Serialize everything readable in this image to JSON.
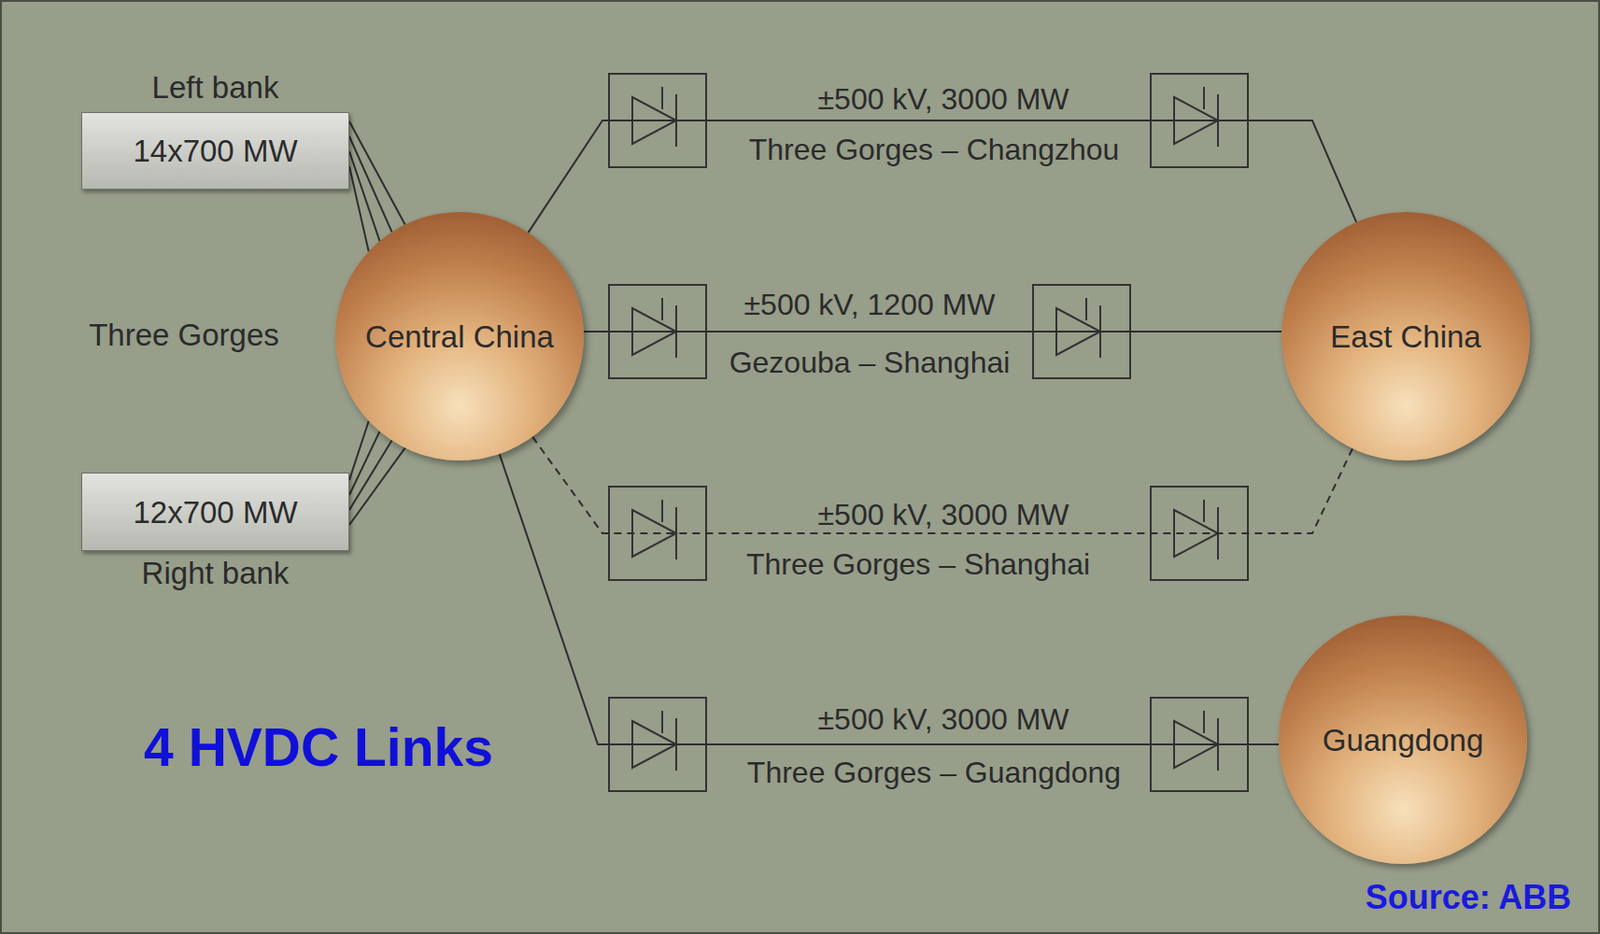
{
  "diagram": {
    "nodes": [
      {
        "text": [
          "Left bank",
          "14x700 MW"
        ]
      },
      {
        "text": [
          "12x700 MW",
          "Right bank"
        ]
      },
      {
        "text": [
          "Central China"
        ]
      },
      {
        "text": [
          "East China"
        ]
      },
      {
        "text": [
          "Guangdong"
        ]
      }
    ],
    "edges": [
      {
        "from": 0,
        "to": 2,
        "arrow": "none"
      },
      {
        "from": 1,
        "to": 2,
        "arrow": "none"
      },
      {
        "from": 2,
        "to": 3,
        "label": "±500 kV, 3000 MW",
        "arrow": "none"
      },
      {
        "from": 2,
        "to": 3,
        "label": "±500 kV, 1200 MW",
        "arrow": "none"
      },
      {
        "from": 2,
        "to": 3,
        "label": "±500 kV, 3000 MW",
        "arrow": "none"
      },
      {
        "from": 2,
        "to": 4,
        "label": "±500 kV, 3000 MW",
        "arrow": "none"
      }
    ],
    "labels": [
      "Three Gorges",
      "Three Gorges – Changzhou",
      "Gezouba – Shanghai",
      "Three Gorges – Shanghai",
      "Three Gorges – Guangdong",
      "4 HVDC Links",
      "Source: ABB"
    ]
  }
}
